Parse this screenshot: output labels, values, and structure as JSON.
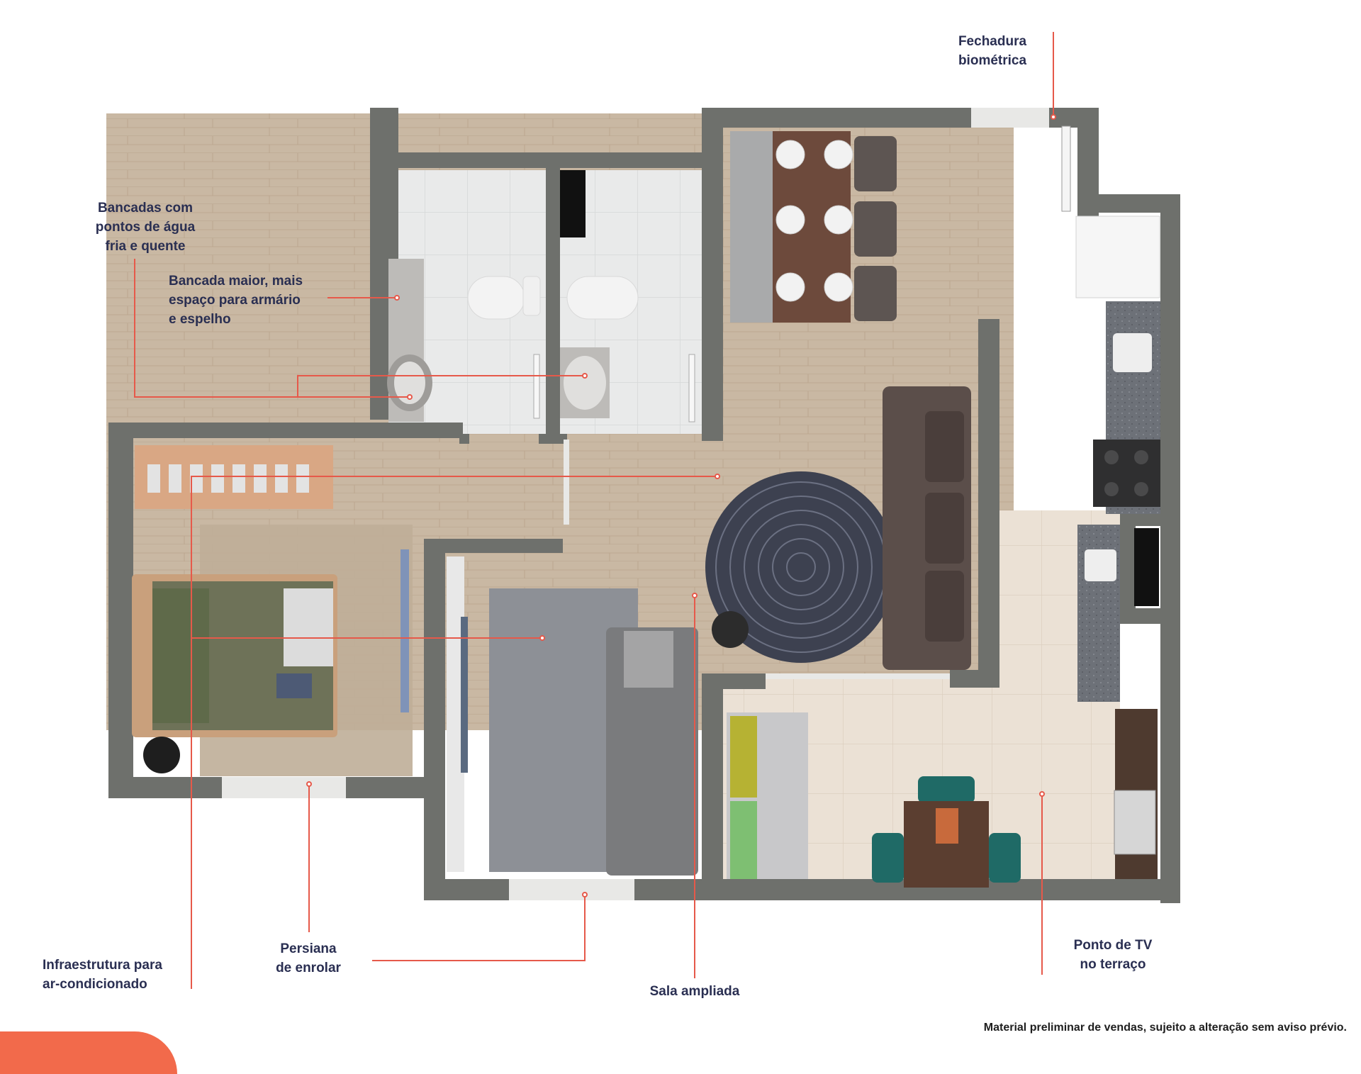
{
  "labels": {
    "biometric_lock": [
      "Fechadura",
      "biométrica"
    ],
    "countertops_water": [
      "Bancadas com",
      "pontos de água",
      "fria e quente"
    ],
    "larger_countertop": [
      "Bancada maior, mais",
      "espaço para armário",
      "e espelho"
    ],
    "ac_infrastructure": [
      "Infraestrutura para",
      "ar-condicionado"
    ],
    "roller_blind": [
      "Persiana",
      "de enrolar"
    ],
    "living_room": [
      "Sala ampliada"
    ],
    "tv_terrace": [
      "Ponto de TV",
      "no terraço"
    ]
  },
  "disclaimer": "Material preliminar de vendas, sujeito a alteração sem aviso prévio.",
  "colors": {
    "wall": "#6e706c",
    "floor_wood": "#c7b6a1",
    "bath_tile": "#e7e8e8",
    "terrace_tile": "#e8ddd0",
    "leader_line": "#e6594a",
    "label_text": "#2a2f52",
    "accent_tab": "#f26a4b"
  }
}
